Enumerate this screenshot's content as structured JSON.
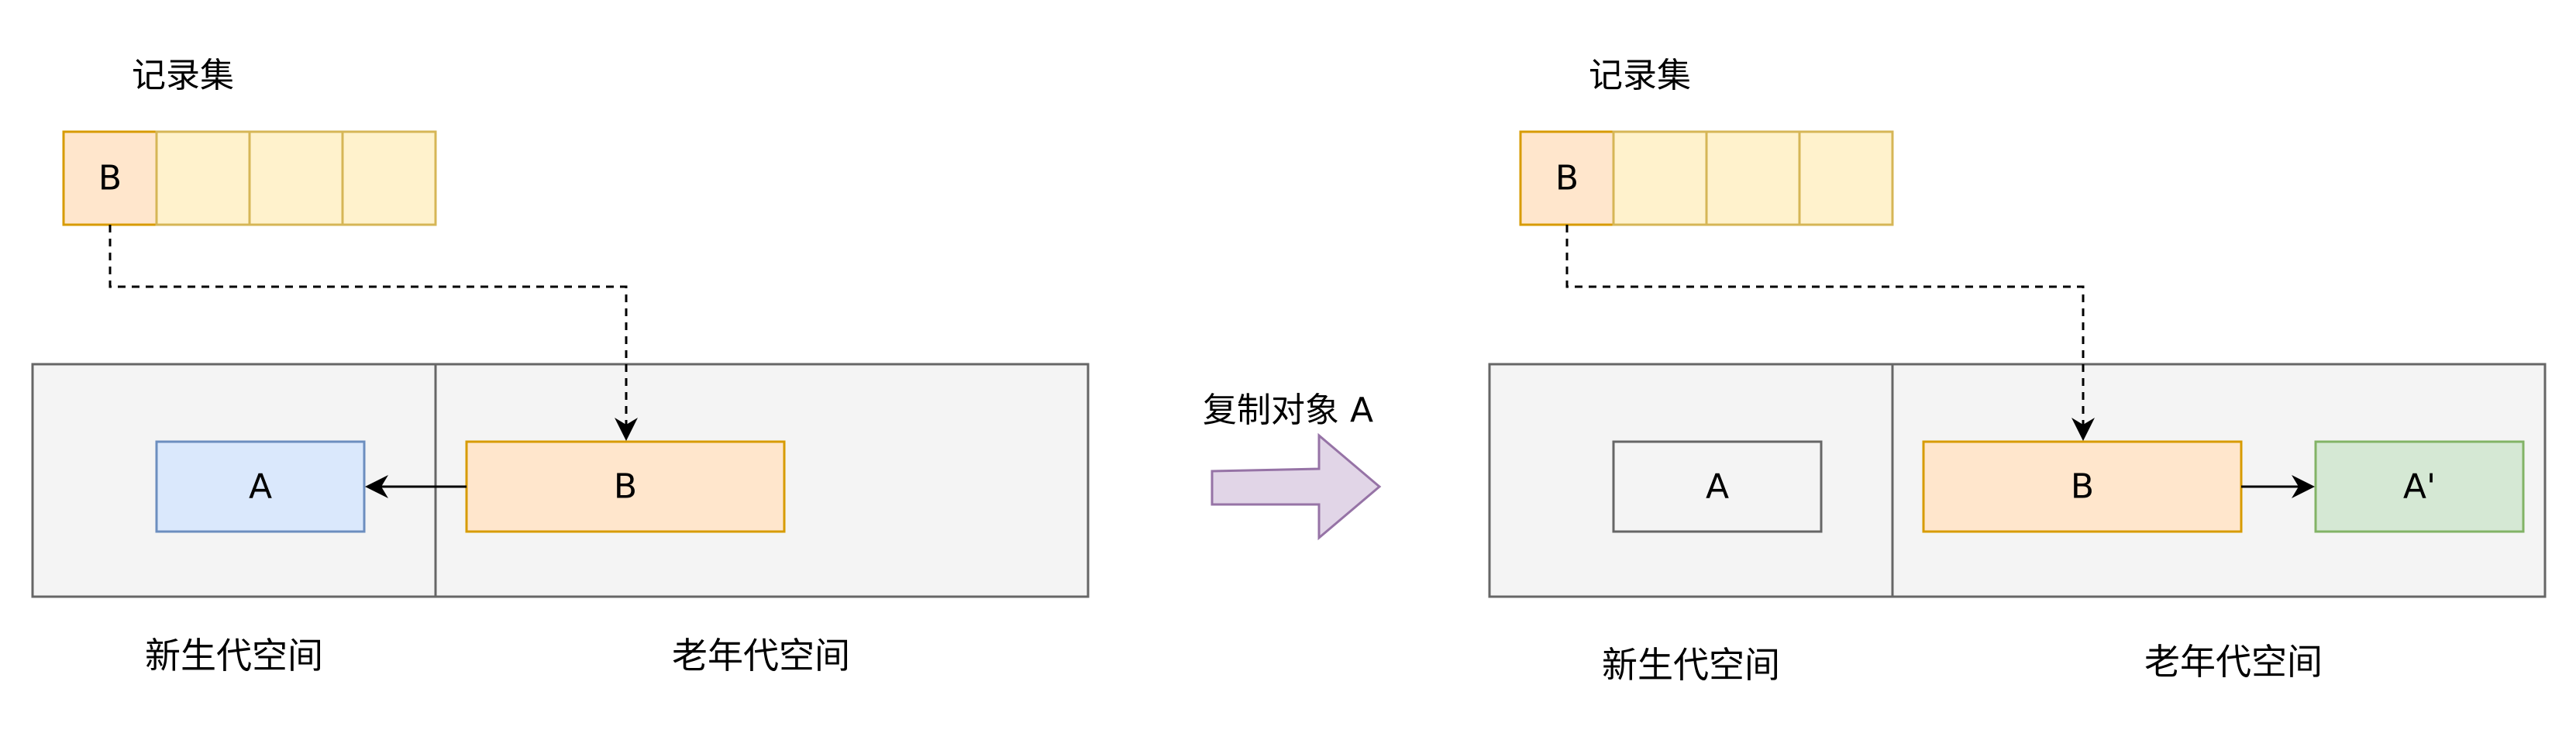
{
  "colors": {
    "region_fill": "#f4f4f4",
    "region_stroke": "#666666",
    "record_cell_fill": "#fff2cc",
    "record_cell_stroke": "#d6b656",
    "record_b_fill": "#ffe6cc",
    "record_b_stroke": "#d79b00",
    "obj_a_fill": "#dae8fc",
    "obj_a_stroke": "#6c8ebf",
    "obj_b_fill": "#ffe6cc",
    "obj_b_stroke": "#d79b00",
    "obj_a_copy_fill": "#d5e8d4",
    "obj_a_copy_stroke": "#82b366",
    "arrow_fill": "#e1d5e7",
    "arrow_stroke": "#9673a6"
  },
  "left": {
    "record_set_label": "记录集",
    "record_cells": [
      "B",
      "",
      "",
      ""
    ],
    "young_gen_label": "新生代空间",
    "old_gen_label": "老年代空间",
    "object_a": "A",
    "object_b": "B"
  },
  "transition": {
    "label": "复制对象 A"
  },
  "right": {
    "record_set_label": "记录集",
    "record_cells": [
      "B",
      "",
      "",
      ""
    ],
    "young_gen_label": "新生代空间",
    "old_gen_label": "老年代空间",
    "object_a": "A",
    "object_b": "B",
    "object_a_copy": "A'"
  }
}
